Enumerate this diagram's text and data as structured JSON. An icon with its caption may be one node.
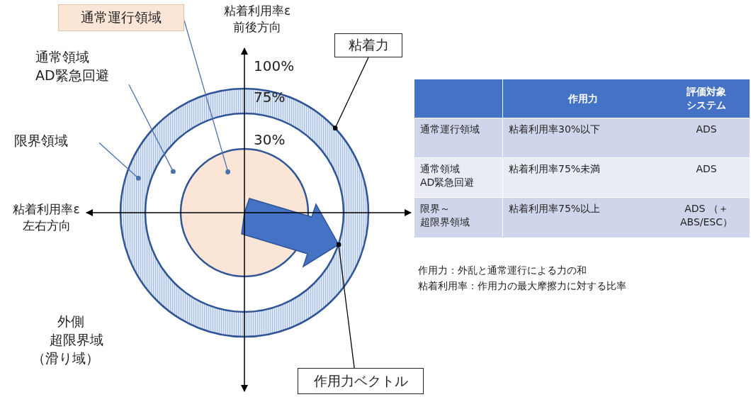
{
  "diagram": {
    "nodes": [
      {
        "text": [
          "通常運行領域"
        ]
      },
      {
        "text": [
          "通常領域 AD緊急回避"
        ]
      },
      {
        "text": [
          "限界領域"
        ]
      },
      {
        "text": [
          "粘着力"
        ]
      },
      {
        "text": [
          "作用力ベクトル"
        ]
      },
      {
        "text": [],
        "shape": "circle",
        "in": 6
      },
      {
        "text": [],
        "shape": "circle",
        "in": 7
      },
      {
        "text": [],
        "shape": "circle"
      },
      {
        "text": [],
        "shape": "arrow",
        "in": 6
      }
    ],
    "edges": [
      {
        "from": 0,
        "to": 5,
        "arrow": "other"
      },
      {
        "from": 1,
        "to": 6,
        "arrow": "other"
      },
      {
        "from": 2,
        "to": 7,
        "arrow": "other"
      },
      {
        "from": 3,
        "to": 7,
        "arrow": "other",
        "color": "#000000"
      },
      {
        "from": 4,
        "to": 8,
        "arrow": "other",
        "color": "#000000"
      }
    ],
    "labels": [
      "粘着利用率ε 前後方向",
      "100%",
      "75%",
      "30%",
      "粘着利用率ε 左右方向",
      "外側超限界域（滑り域）",
      "作用力",
      "評価対象システム",
      "通常運行領域",
      "粘着利用率30%以下",
      "ADS",
      "通常領域 AD緊急回避",
      "粘着利用率75%未満",
      "ADS",
      "限界～超限界領域",
      "粘着利用率75%以上",
      "ADS （＋ABS/ESC）",
      "作用力：外乱と通常運行による力の和",
      "粘着利用率：作用力の最大摩擦力に対する比率"
    ]
  }
}
